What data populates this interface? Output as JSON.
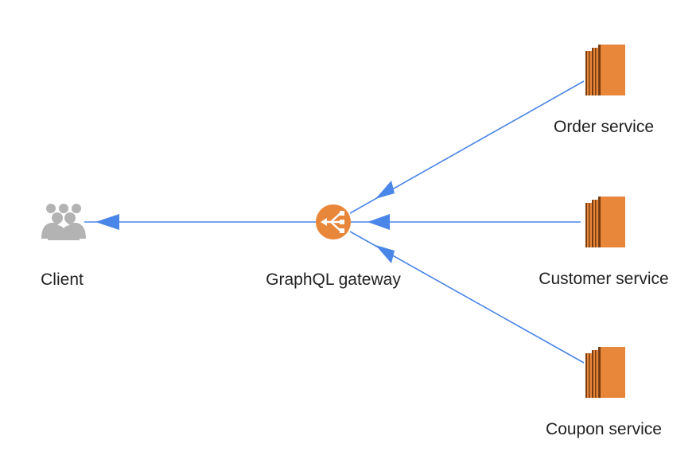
{
  "colors": {
    "background": "#ffffff",
    "arrow": "#4a86e8",
    "service_orange": "#e8863a",
    "service_dark": "#7a3d10",
    "gateway_orange": "#e8863a",
    "client_gray": "#b3b3b3",
    "label_text": "#222222"
  },
  "nodes": {
    "client": {
      "label": "Client",
      "icon": "users-icon"
    },
    "gateway": {
      "label": "GraphQL gateway",
      "icon": "load-balancer-icon"
    },
    "order": {
      "label": "Order service",
      "icon": "server-instances-icon"
    },
    "customer": {
      "label": "Customer service",
      "icon": "server-instances-icon"
    },
    "coupon": {
      "label": "Coupon service",
      "icon": "server-instances-icon"
    }
  },
  "edges": [
    {
      "from": "order",
      "to": "gateway"
    },
    {
      "from": "customer",
      "to": "gateway"
    },
    {
      "from": "coupon",
      "to": "gateway"
    },
    {
      "from": "gateway",
      "to": "client"
    }
  ]
}
